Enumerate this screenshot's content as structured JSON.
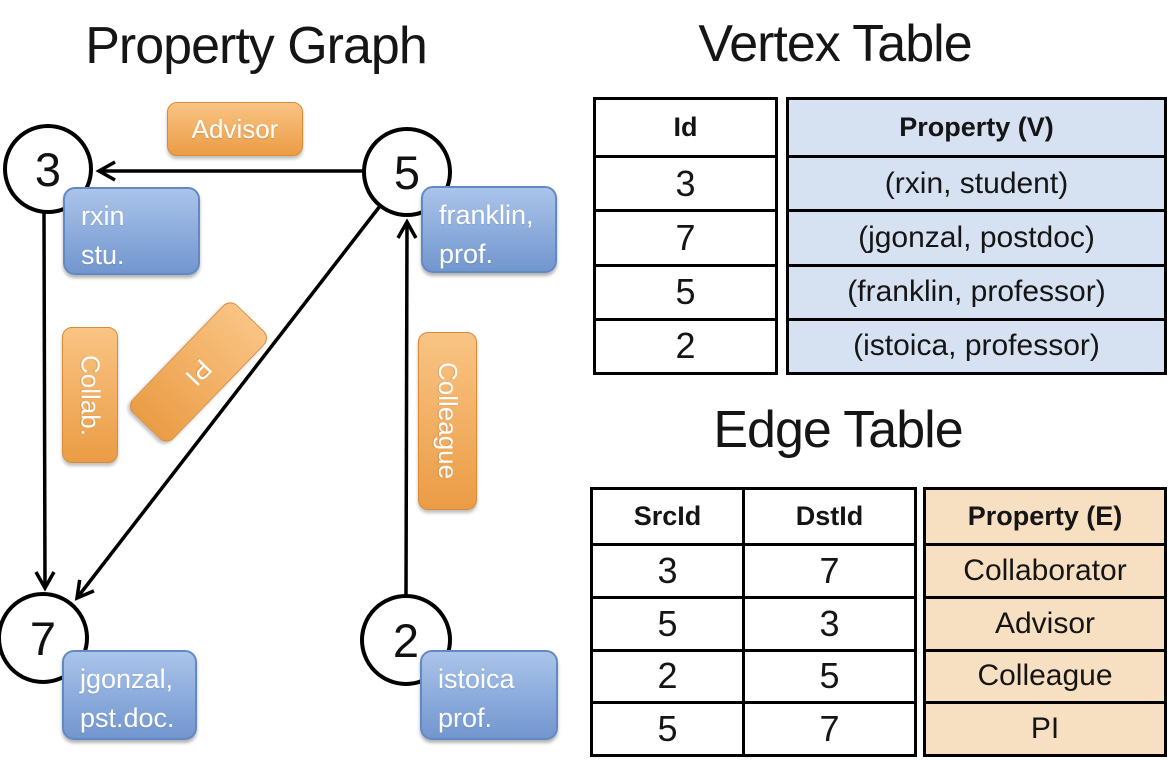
{
  "graph": {
    "title": "Property Graph",
    "nodes": [
      {
        "id": "3",
        "line1": "rxin",
        "line2": "stu."
      },
      {
        "id": "5",
        "line1": "franklin,",
        "line2": "prof."
      },
      {
        "id": "7",
        "line1": "jgonzal,",
        "line2": "pst.doc."
      },
      {
        "id": "2",
        "line1": "istoica",
        "line2": "prof."
      }
    ],
    "edge_labels": {
      "advisor": "Advisor",
      "collab": "Collab.",
      "pi": "PI",
      "colleague": "Colleague"
    }
  },
  "vertex_table": {
    "title": "Vertex Table",
    "headers": {
      "id": "Id",
      "property": "Property (V)"
    },
    "rows": [
      {
        "id": "3",
        "property": "(rxin, student)"
      },
      {
        "id": "7",
        "property": "(jgonzal, postdoc)"
      },
      {
        "id": "5",
        "property": "(franklin, professor)"
      },
      {
        "id": "2",
        "property": "(istoica, professor)"
      }
    ]
  },
  "edge_table": {
    "title": "Edge Table",
    "headers": {
      "src": "SrcId",
      "dst": "DstId",
      "property": "Property (E)"
    },
    "rows": [
      {
        "src": "3",
        "dst": "7",
        "property": "Collaborator"
      },
      {
        "src": "5",
        "dst": "3",
        "property": "Advisor"
      },
      {
        "src": "2",
        "dst": "5",
        "property": "Colleague"
      },
      {
        "src": "5",
        "dst": "7",
        "property": "PI"
      }
    ]
  },
  "colors": {
    "vertex_property_fill": "#d6e1f1",
    "edge_property_fill": "#f7dfc2",
    "edge_label_orange": "#eb9c45",
    "vertex_label_blue": "#7296cf",
    "line_black": "#000000"
  }
}
